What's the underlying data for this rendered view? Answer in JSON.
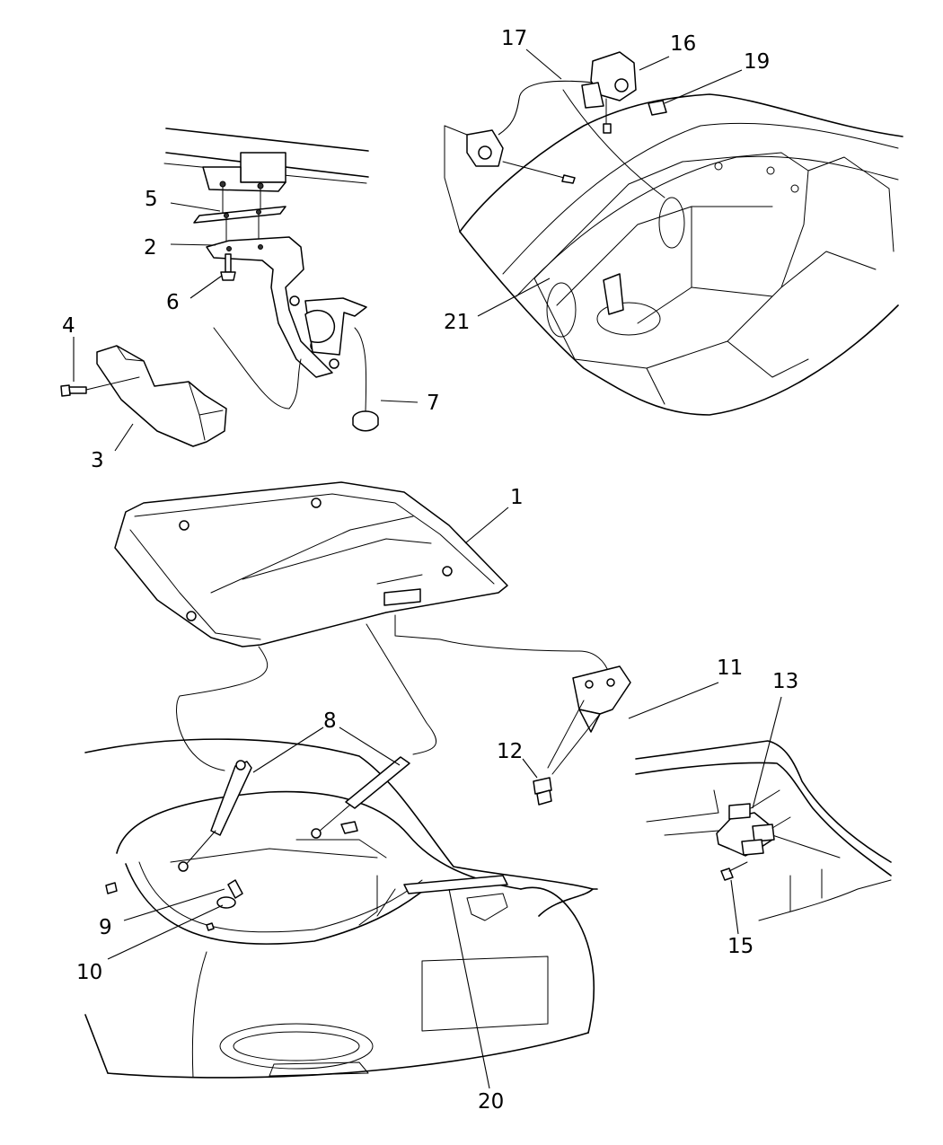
{
  "callouts": {
    "c1": "1",
    "c2": "2",
    "c3": "3",
    "c4": "4",
    "c5": "5",
    "c6": "6",
    "c7": "7",
    "c8": "8",
    "c9": "9",
    "c10": "10",
    "c11": "11",
    "c12": "12",
    "c13": "13",
    "c15": "15",
    "c16": "16",
    "c17": "17",
    "c19": "19",
    "c20": "20",
    "c21": "21"
  }
}
